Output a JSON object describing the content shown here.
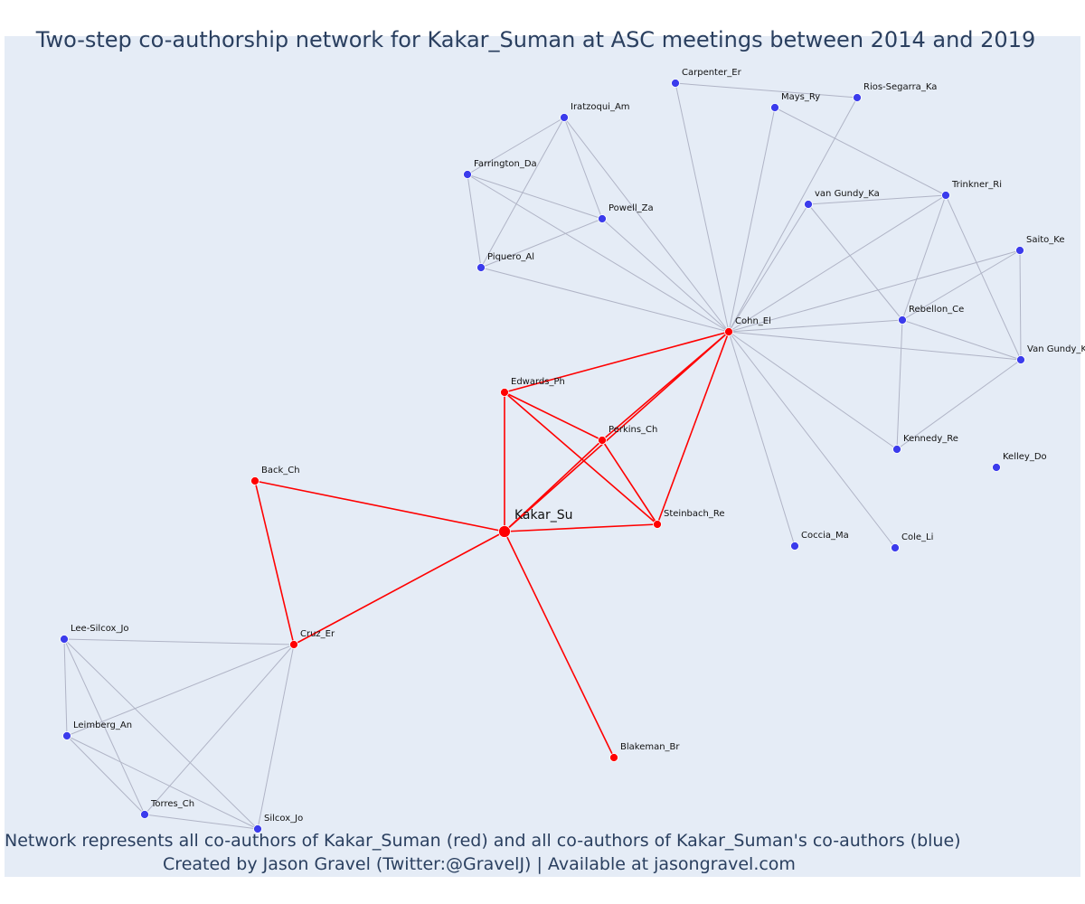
{
  "title": "Two-step co-authorship network for Kakar_Suman at ASC meetings between 2014 and 2019",
  "captions": [
    "Network represents all co-authors of Kakar_Suman (red) and all co-authors of Kakar_Suman's co-authors (blue)",
    "Created by Jason Gravel (Twitter:@GravelJ) | Available at jasongravel.com"
  ],
  "colors": {
    "background": "#e5ecf6",
    "first_step": "#ff0000",
    "second_step": "#3b3bec",
    "gray_edge": "#b0b4c6",
    "red_edge": "#ff0000"
  },
  "chart_data": {
    "type": "network",
    "ego": "Kakar_Su",
    "nodes": [
      {
        "id": "Kakar_Su",
        "group": "ego"
      },
      {
        "id": "Cohn_El",
        "group": "coauthor"
      },
      {
        "id": "Edwards_Ph",
        "group": "coauthor"
      },
      {
        "id": "Perkins_Ch",
        "group": "coauthor"
      },
      {
        "id": "Steinbach_Re",
        "group": "coauthor"
      },
      {
        "id": "Back_Ch",
        "group": "coauthor"
      },
      {
        "id": "Cruz_Er",
        "group": "coauthor"
      },
      {
        "id": "Blakeman_Br",
        "group": "coauthor"
      },
      {
        "id": "Carpenter_Er",
        "group": "second"
      },
      {
        "id": "Mays_Ry",
        "group": "second"
      },
      {
        "id": "Rios-Segarra_Ka",
        "group": "second"
      },
      {
        "id": "Iratzoqui_Am",
        "group": "second"
      },
      {
        "id": "Farrington_Da",
        "group": "second"
      },
      {
        "id": "Powell_Za",
        "group": "second"
      },
      {
        "id": "Piquero_Al",
        "group": "second"
      },
      {
        "id": "van Gundy_Ka",
        "group": "second"
      },
      {
        "id": "Trinkner_Ri",
        "group": "second"
      },
      {
        "id": "Saito_Ke",
        "group": "second"
      },
      {
        "id": "Rebellon_Ce",
        "group": "second"
      },
      {
        "id": "Van Gundy_K",
        "group": "second"
      },
      {
        "id": "Kennedy_Re",
        "group": "second"
      },
      {
        "id": "Kelley_Do",
        "group": "second"
      },
      {
        "id": "Coccia_Ma",
        "group": "second"
      },
      {
        "id": "Cole_Li",
        "group": "second"
      },
      {
        "id": "Lee-Silcox_Jo",
        "group": "second"
      },
      {
        "id": "Leimberg_An",
        "group": "second"
      },
      {
        "id": "Torres_Ch",
        "group": "second"
      },
      {
        "id": "Silcox_Jo",
        "group": "second"
      }
    ],
    "edges": [
      {
        "source": "Kakar_Su",
        "target": "Cohn_El",
        "step": 1
      },
      {
        "source": "Kakar_Su",
        "target": "Edwards_Ph",
        "step": 1
      },
      {
        "source": "Kakar_Su",
        "target": "Perkins_Ch",
        "step": 1
      },
      {
        "source": "Kakar_Su",
        "target": "Steinbach_Re",
        "step": 1
      },
      {
        "source": "Kakar_Su",
        "target": "Back_Ch",
        "step": 1
      },
      {
        "source": "Kakar_Su",
        "target": "Cruz_Er",
        "step": 1
      },
      {
        "source": "Kakar_Su",
        "target": "Blakeman_Br",
        "step": 1
      },
      {
        "source": "Edwards_Ph",
        "target": "Cohn_El",
        "step": 1
      },
      {
        "source": "Edwards_Ph",
        "target": "Perkins_Ch",
        "step": 1
      },
      {
        "source": "Edwards_Ph",
        "target": "Steinbach_Re",
        "step": 1
      },
      {
        "source": "Perkins_Ch",
        "target": "Cohn_El",
        "step": 1
      },
      {
        "source": "Perkins_Ch",
        "target": "Steinbach_Re",
        "step": 1
      },
      {
        "source": "Steinbach_Re",
        "target": "Cohn_El",
        "step": 1
      },
      {
        "source": "Back_Ch",
        "target": "Cruz_Er",
        "step": 1
      },
      {
        "source": "Cohn_El",
        "target": "Carpenter_Er",
        "step": 2
      },
      {
        "source": "Cohn_El",
        "target": "Mays_Ry",
        "step": 2
      },
      {
        "source": "Cohn_El",
        "target": "Rios-Segarra_Ka",
        "step": 2
      },
      {
        "source": "Cohn_El",
        "target": "Iratzoqui_Am",
        "step": 2
      },
      {
        "source": "Cohn_El",
        "target": "Farrington_Da",
        "step": 2
      },
      {
        "source": "Cohn_El",
        "target": "Powell_Za",
        "step": 2
      },
      {
        "source": "Cohn_El",
        "target": "Piquero_Al",
        "step": 2
      },
      {
        "source": "Cohn_El",
        "target": "van Gundy_Ka",
        "step": 2
      },
      {
        "source": "Cohn_El",
        "target": "Trinkner_Ri",
        "step": 2
      },
      {
        "source": "Cohn_El",
        "target": "Saito_Ke",
        "step": 2
      },
      {
        "source": "Cohn_El",
        "target": "Rebellon_Ce",
        "step": 2
      },
      {
        "source": "Cohn_El",
        "target": "Van Gundy_K",
        "step": 2
      },
      {
        "source": "Cohn_El",
        "target": "Kennedy_Re",
        "step": 2
      },
      {
        "source": "Cohn_El",
        "target": "Coccia_Ma",
        "step": 2
      },
      {
        "source": "Cohn_El",
        "target": "Cole_Li",
        "step": 2
      },
      {
        "source": "Carpenter_Er",
        "target": "Rios-Segarra_Ka",
        "step": 2
      },
      {
        "source": "Mays_Ry",
        "target": "Trinkner_Ri",
        "step": 2
      },
      {
        "source": "Iratzoqui_Am",
        "target": "Farrington_Da",
        "step": 2
      },
      {
        "source": "Iratzoqui_Am",
        "target": "Powell_Za",
        "step": 2
      },
      {
        "source": "Iratzoqui_Am",
        "target": "Piquero_Al",
        "step": 2
      },
      {
        "source": "Farrington_Da",
        "target": "Powell_Za",
        "step": 2
      },
      {
        "source": "Farrington_Da",
        "target": "Piquero_Al",
        "step": 2
      },
      {
        "source": "Powell_Za",
        "target": "Piquero_Al",
        "step": 2
      },
      {
        "source": "van Gundy_Ka",
        "target": "Trinkner_Ri",
        "step": 2
      },
      {
        "source": "van Gundy_Ka",
        "target": "Rebellon_Ce",
        "step": 2
      },
      {
        "source": "Trinkner_Ri",
        "target": "Rebellon_Ce",
        "step": 2
      },
      {
        "source": "Trinkner_Ri",
        "target": "Van Gundy_K",
        "step": 2
      },
      {
        "source": "Saito_Ke",
        "target": "Rebellon_Ce",
        "step": 2
      },
      {
        "source": "Saito_Ke",
        "target": "Van Gundy_K",
        "step": 2
      },
      {
        "source": "Rebellon_Ce",
        "target": "Van Gundy_K",
        "step": 2
      },
      {
        "source": "Rebellon_Ce",
        "target": "Kennedy_Re",
        "step": 2
      },
      {
        "source": "Van Gundy_K",
        "target": "Kennedy_Re",
        "step": 2
      },
      {
        "source": "Cruz_Er",
        "target": "Lee-Silcox_Jo",
        "step": 2
      },
      {
        "source": "Cruz_Er",
        "target": "Leimberg_An",
        "step": 2
      },
      {
        "source": "Cruz_Er",
        "target": "Torres_Ch",
        "step": 2
      },
      {
        "source": "Cruz_Er",
        "target": "Silcox_Jo",
        "step": 2
      },
      {
        "source": "Lee-Silcox_Jo",
        "target": "Leimberg_An",
        "step": 2
      },
      {
        "source": "Lee-Silcox_Jo",
        "target": "Torres_Ch",
        "step": 2
      },
      {
        "source": "Lee-Silcox_Jo",
        "target": "Silcox_Jo",
        "step": 2
      },
      {
        "source": "Leimberg_An",
        "target": "Torres_Ch",
        "step": 2
      },
      {
        "source": "Leimberg_An",
        "target": "Silcox_Jo",
        "step": 2
      },
      {
        "source": "Torres_Ch",
        "target": "Silcox_Jo",
        "step": 2
      }
    ]
  }
}
